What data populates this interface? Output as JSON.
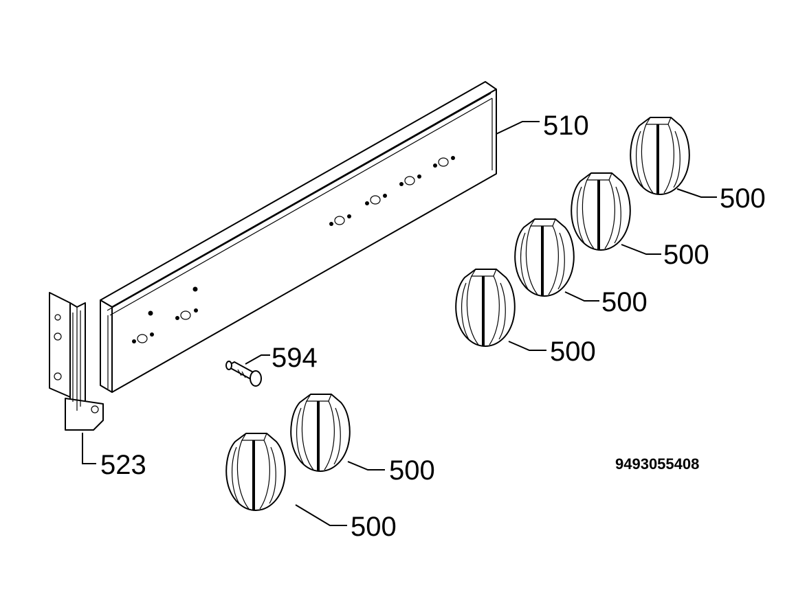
{
  "diagram": {
    "document_number": "9493055408",
    "callouts": {
      "panel": "510",
      "bracket": "523",
      "pin": "594",
      "knob_1": "500",
      "knob_2": "500",
      "knob_3": "500",
      "knob_4": "500",
      "knob_5": "500",
      "knob_6": "500"
    }
  }
}
